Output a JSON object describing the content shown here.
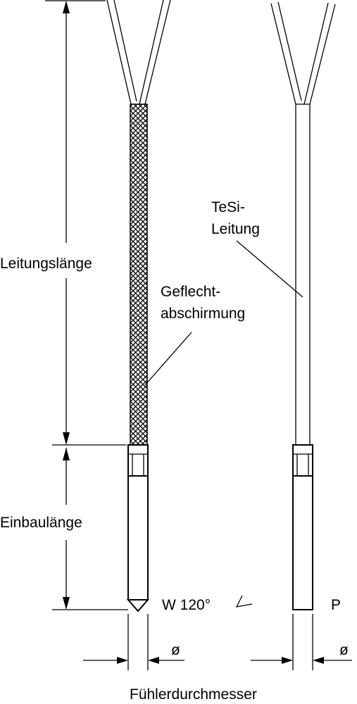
{
  "labels": {
    "cable_length": "Leitungslänge",
    "install_length": "Einbaulänge",
    "braid_line1": "Geflecht-",
    "braid_line2": "abschirmung",
    "tesi_line1": "TeSi-",
    "tesi_line2": "Leitung",
    "tip_angle": "W 120°",
    "tip_flat": "P",
    "dia_left": "ø",
    "dia_right": "ø",
    "sensor_diameter": "Fühlerdurchmesser"
  }
}
